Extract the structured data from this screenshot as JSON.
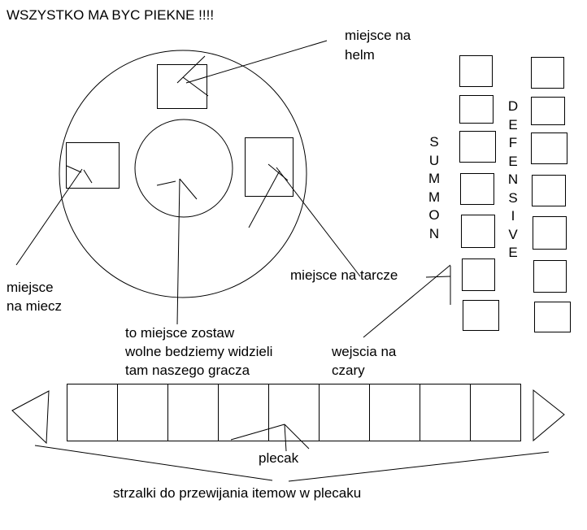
{
  "title": "WSZYSTKO MA BYC PIEKNE !!!!",
  "labels": {
    "helm": [
      "miejsce na",
      "helm"
    ],
    "sword": [
      "miejsce",
      "na miecz"
    ],
    "shield": "miejsce na tarcze",
    "player": [
      "to miejsce zostaw",
      "wolne bedziemy widzieli",
      "tam naszego gracza"
    ],
    "spells": [
      "wejscia na",
      "czary"
    ],
    "backpack": "plecak",
    "arrows": "strzalki do przewijania itemow w plecaku"
  },
  "spell_columns": {
    "summon": {
      "letters": [
        "S",
        "U",
        "M",
        "M",
        "O",
        "N"
      ],
      "slot_count": 7
    },
    "defensive": {
      "letters": [
        "D",
        "E",
        "F",
        "E",
        "N",
        "S",
        "I",
        "V",
        "E"
      ],
      "slot_count": 7
    }
  },
  "backpack": {
    "slot_count": 9
  },
  "colors": {
    "ink": "#000000",
    "background": "#ffffff"
  }
}
